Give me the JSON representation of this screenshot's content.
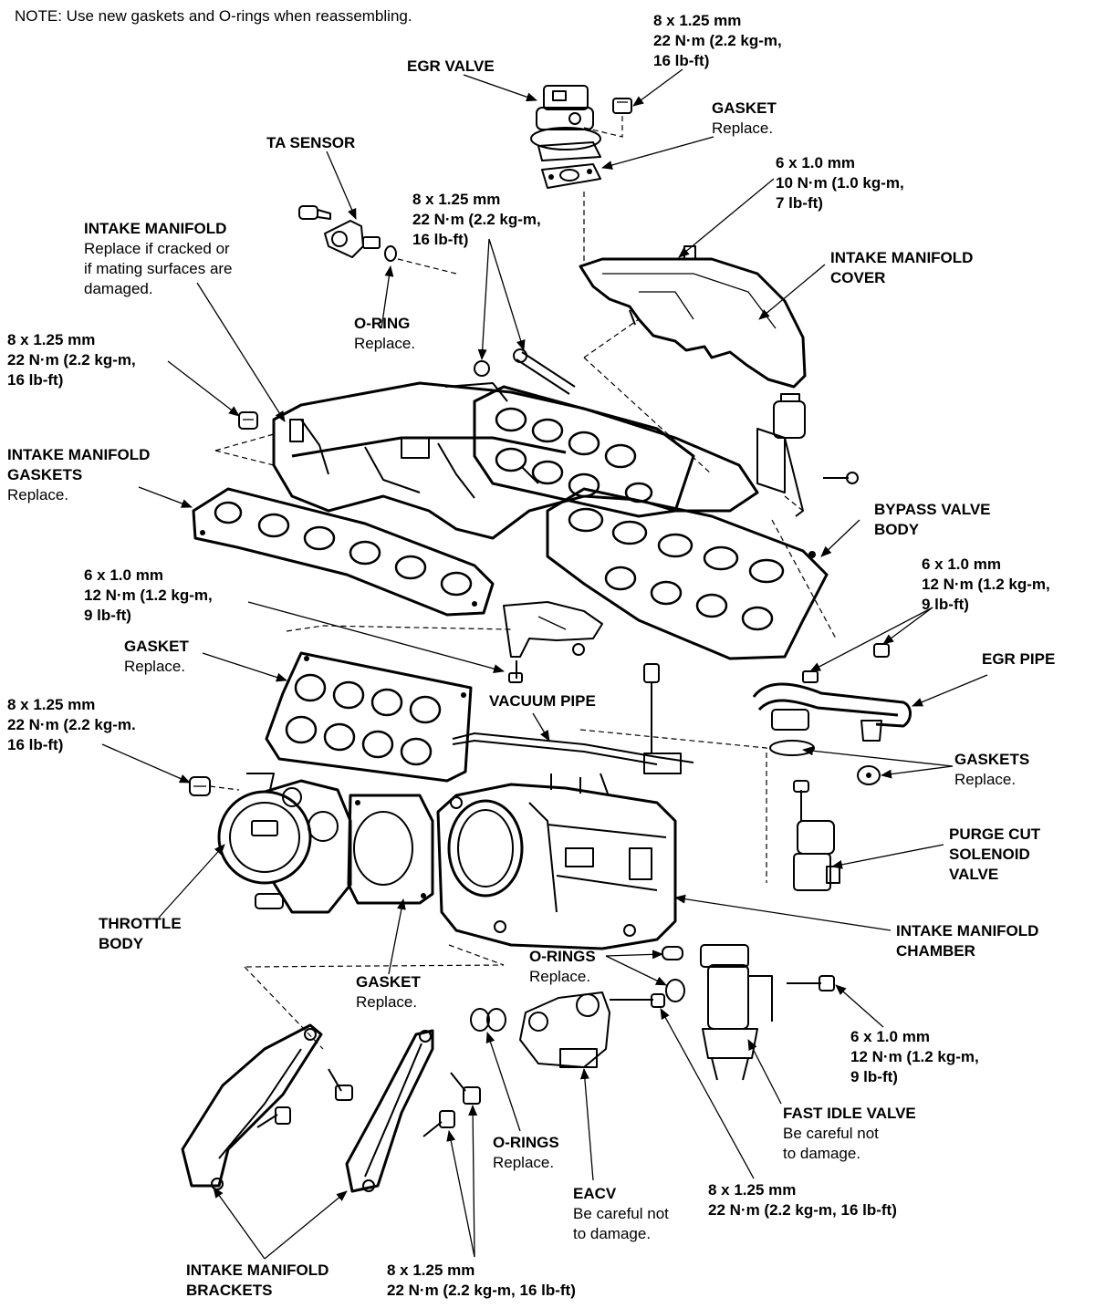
{
  "note": "NOTE:  Use new gaskets and O-rings when reassembling.",
  "labels": {
    "egr_valve": {
      "title": "EGR VALVE"
    },
    "bolt_egr_valve": {
      "lines": [
        "8 x 1.25 mm",
        "22 N·m (2.2 kg-m,",
        "16 lb-ft)"
      ]
    },
    "gasket_egr": {
      "title": "GASKET",
      "note": "Replace."
    },
    "ta_sensor": {
      "title": "TA SENSOR"
    },
    "bolt_cover": {
      "lines": [
        "6 x 1.0 mm",
        "10 N·m (1.0 kg-m,",
        "7 lb-ft)"
      ]
    },
    "bolt_manifold_center": {
      "lines": [
        "8 x 1.25 mm",
        "22 N·m (2.2 kg-m,",
        "16 lb-ft)"
      ]
    },
    "intake_manifold": {
      "title": "INTAKE MANIFOLD",
      "note": [
        "Replace if cracked or",
        "if mating surfaces are",
        "damaged."
      ]
    },
    "intake_manifold_cover": {
      "title": [
        "INTAKE MANIFOLD",
        "COVER"
      ]
    },
    "o_ring_ta": {
      "title": "O-RING",
      "note": "Replace."
    },
    "bolt_manifold_left": {
      "lines": [
        "8 x 1.25 mm",
        "22 N·m (2.2 kg-m,",
        "16 lb-ft)"
      ]
    },
    "intake_manifold_gaskets": {
      "title": [
        "INTAKE MANIFOLD",
        "GASKETS"
      ],
      "note": "Replace."
    },
    "bypass_valve_body": {
      "title": [
        "BYPASS VALVE",
        "BODY"
      ]
    },
    "bolt_bracket_left": {
      "lines": [
        "6 x 1.0 mm",
        "12 N·m (1.2 kg-m,",
        "9 lb-ft)"
      ]
    },
    "bolt_egr_pipe": {
      "lines": [
        "6 x 1.0 mm",
        "12 N·m (1.2 kg-m,",
        "9 lb-ft)"
      ]
    },
    "gasket_chamber": {
      "title": "GASKET",
      "note": "Replace."
    },
    "egr_pipe": {
      "title": "EGR PIPE"
    },
    "vacuum_pipe": {
      "title": "VACUUM PIPE"
    },
    "bolt_throttle": {
      "lines": [
        "8 x 1.25 mm",
        "22 N·m (2.2 kg-m.",
        "16 lb-ft)"
      ]
    },
    "gaskets_egr_pipe": {
      "title": "GASKETS",
      "note": "Replace."
    },
    "purge_cut_solenoid_valve": {
      "title": [
        "PURGE CUT",
        "SOLENOID",
        "VALVE"
      ]
    },
    "throttle_body": {
      "title": [
        "THROTTLE",
        "BODY"
      ]
    },
    "intake_manifold_chamber": {
      "title": [
        "INTAKE MANIFOLD",
        "CHAMBER"
      ]
    },
    "o_rings_upper": {
      "title": "O-RINGS",
      "note": "Replace."
    },
    "gasket_throttle": {
      "title": "GASKET",
      "note": "Replace."
    },
    "bolt_fast_idle": {
      "lines": [
        "6 x 1.0 mm",
        "12 N·m (1.2 kg-m,",
        "9 lb-ft)"
      ]
    },
    "fast_idle_valve": {
      "title": "FAST IDLE VALVE",
      "note": [
        "Be careful not",
        "to damage."
      ]
    },
    "o_rings_lower": {
      "title": "O-RINGS",
      "note": "Replace."
    },
    "eacv": {
      "title": "EACV",
      "note": [
        "Be careful not",
        "to damage."
      ]
    },
    "bolt_eacv": {
      "lines": [
        "8 x 1.25 mm",
        "22 N·m (2.2 kg-m, 16 lb-ft)"
      ]
    },
    "intake_manifold_brackets": {
      "title": [
        "INTAKE MANIFOLD",
        "BRACKETS"
      ]
    },
    "bolt_brackets": {
      "lines": [
        "8 x 1.25 mm",
        "22 N·m (2.2 kg-m, 16 lb-ft)"
      ]
    }
  }
}
